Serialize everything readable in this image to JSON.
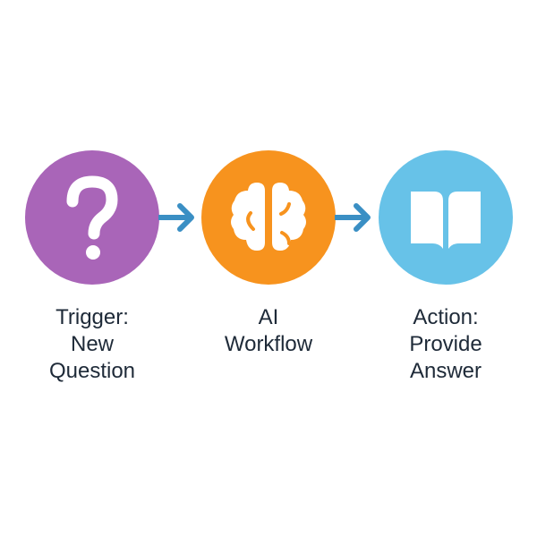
{
  "steps": [
    {
      "icon": "question-mark-icon",
      "color": "#a965b8",
      "lines": [
        "Trigger:",
        "New",
        "Question"
      ]
    },
    {
      "icon": "brain-icon",
      "color": "#f7931e",
      "lines": [
        "AI",
        "Workflow"
      ]
    },
    {
      "icon": "open-book-icon",
      "color": "#67c2e8",
      "lines": [
        "Action:",
        "Provide",
        "Answer"
      ]
    }
  ],
  "arrow_color": "#3a8fc4"
}
